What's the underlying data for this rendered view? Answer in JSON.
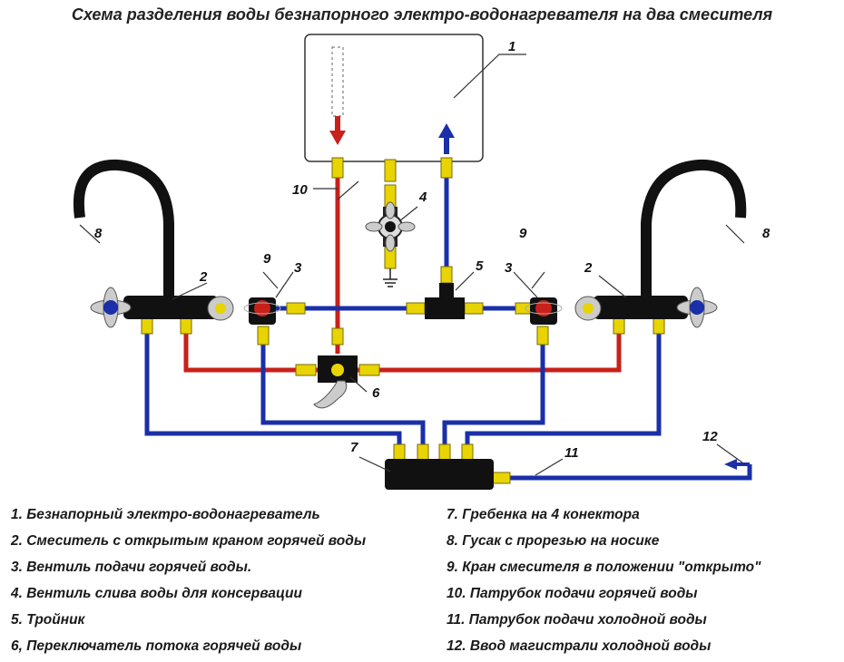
{
  "title": "Схема разделения воды безнапорного электро-водонагревателя на два смесителя",
  "colors": {
    "hot": "#c8201a",
    "cold": "#1a2fa8",
    "fitting": "#e8d400",
    "body": "#111111"
  },
  "callouts": {
    "c1": "1",
    "c2_left": "2",
    "c2_right": "2",
    "c3_left": "3",
    "c3_right": "3",
    "c4": "4",
    "c5": "5",
    "c6": "6",
    "c7": "7",
    "c8_left": "8",
    "c8_right": "8",
    "c9_left": "9",
    "c9_right": "9",
    "c10": "10",
    "c11": "11",
    "c12": "12"
  },
  "legend_left": [
    "1.  Безнапорный электро-водонагреватель",
    "2. Смеситель с открытым краном горячей воды",
    "3. Вентиль подачи горячей воды.",
    "4. Вентиль слива воды  для консервации",
    "5. Тройник",
    "6, Переключатель потока горячей воды"
  ],
  "legend_right": [
    "7. Гребенка на 4 конектора",
    "8. Гусак с прорезью на носике",
    "9. Кран смесителя в положении \"открыто\"",
    "10. Патрубок подачи горячей воды",
    "11. Патрубок подачи холодной воды",
    "12. Ввод магистрали холодной воды"
  ]
}
